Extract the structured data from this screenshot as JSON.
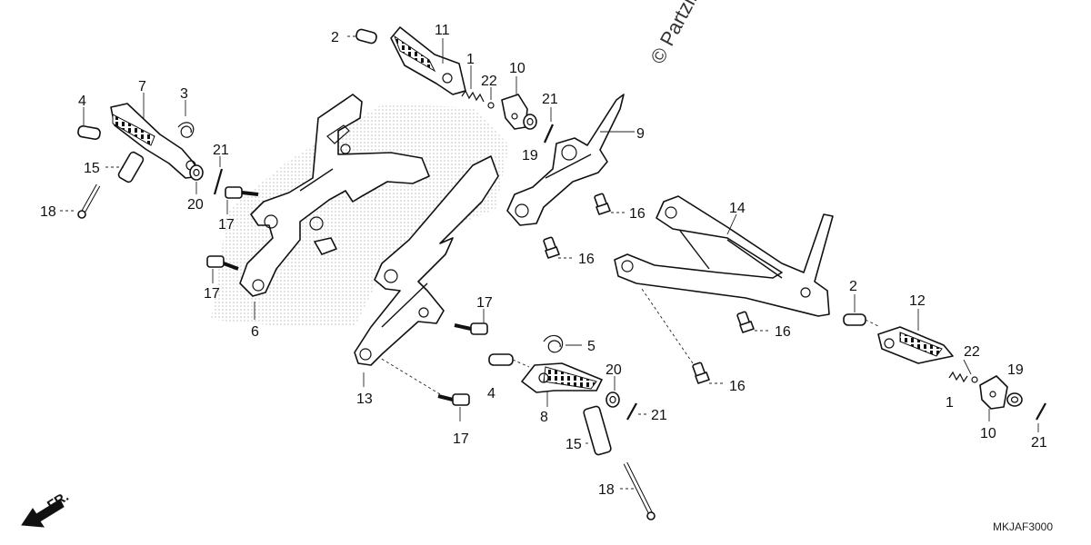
{
  "diagram": {
    "watermark": "© Partzilla.com",
    "diagram_code": "MKJAF3000",
    "direction_label": "FR.",
    "callouts": {
      "c1a": "1",
      "c1b": "1",
      "c2a": "2",
      "c2b": "2",
      "c3": "3",
      "c4a": "4",
      "c4b": "4",
      "c5": "5",
      "c6": "6",
      "c7": "7",
      "c8": "8",
      "c9": "9",
      "c10a": "10",
      "c10b": "10",
      "c11": "11",
      "c12": "12",
      "c13": "13",
      "c14": "14",
      "c15a": "15",
      "c15b": "15",
      "c16a": "16",
      "c16b": "16",
      "c16c": "16",
      "c16d": "16",
      "c17a": "17",
      "c17b": "17",
      "c17c": "17",
      "c17d": "17",
      "c18a": "18",
      "c18b": "18",
      "c19a": "19",
      "c19b": "19",
      "c20a": "20",
      "c20b": "20",
      "c21a": "21",
      "c21b": "21",
      "c21c": "21",
      "c21d": "21",
      "c22a": "22",
      "c22b": "22"
    }
  }
}
